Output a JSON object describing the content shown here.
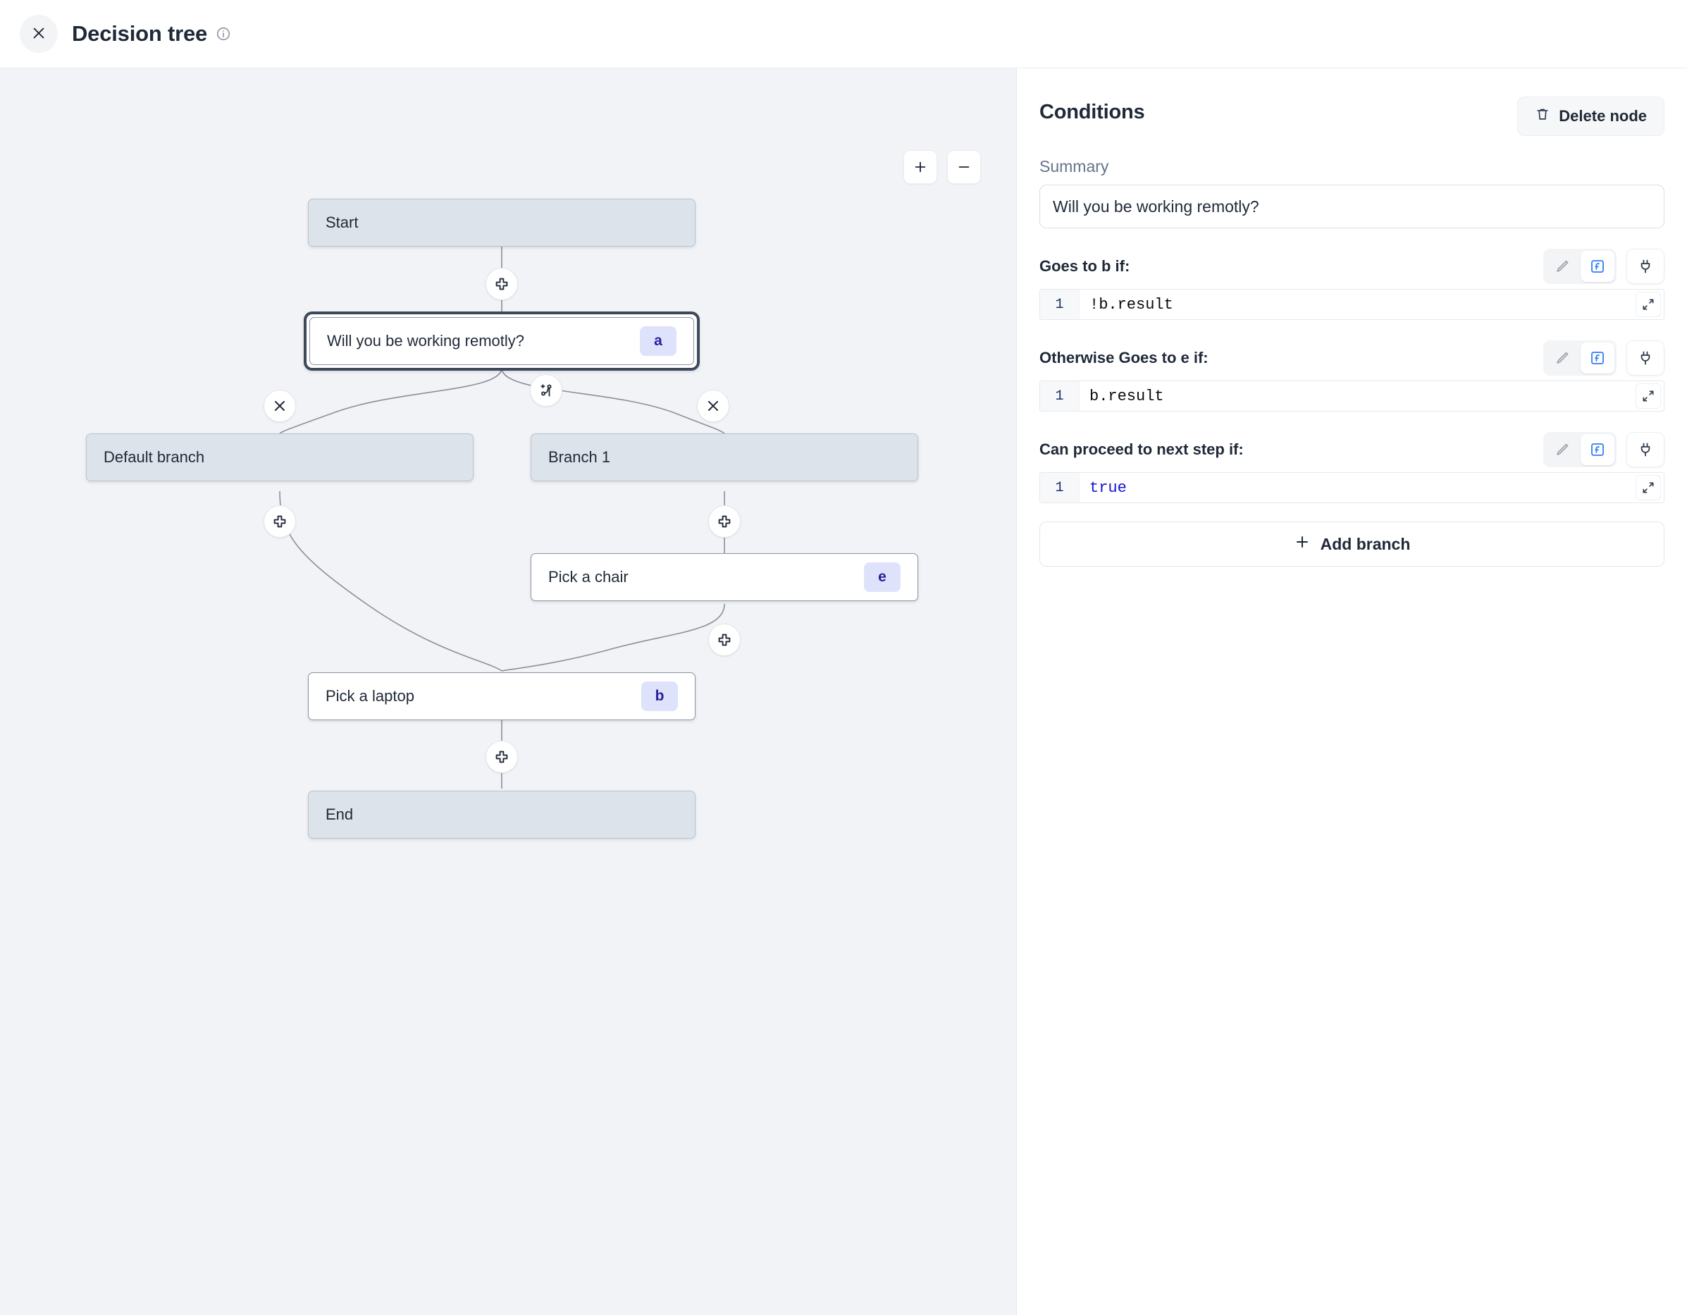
{
  "header": {
    "title": "Decision tree",
    "close_icon": "close-icon",
    "info_icon": "info-icon"
  },
  "canvas": {
    "zoom_in_label": "+",
    "zoom_out_label": "−",
    "nodes": [
      {
        "id": "start",
        "label": "Start",
        "badge": "",
        "style": "fill"
      },
      {
        "id": "a",
        "label": "Will you be working remotly?",
        "badge": "a",
        "style": "white",
        "selected": true
      },
      {
        "id": "default",
        "label": "Default branch",
        "badge": "",
        "style": "fill"
      },
      {
        "id": "branch1",
        "label": "Branch 1",
        "badge": "",
        "style": "fill"
      },
      {
        "id": "e",
        "label": "Pick a chair",
        "badge": "e",
        "style": "white"
      },
      {
        "id": "b",
        "label": "Pick a laptop",
        "badge": "b",
        "style": "white"
      },
      {
        "id": "end",
        "label": "End",
        "badge": "",
        "style": "fill"
      }
    ],
    "handles": [
      {
        "type": "plus-icon",
        "title": "Insert step"
      },
      {
        "type": "close-icon",
        "title": "Delete branch"
      },
      {
        "type": "branch-plus-icon",
        "title": "Add branch"
      }
    ]
  },
  "panel": {
    "title": "Conditions",
    "delete_node_label": "Delete node",
    "delete_icon": "trash-icon",
    "summary_label": "Summary",
    "summary_value": "Will you be working remotly?",
    "add_branch_label": "Add branch",
    "add_branch_icon": "plus-icon",
    "tool_icons": {
      "edit": "pencil-icon",
      "fx": "function-icon",
      "plug": "plug-icon",
      "expand": "expand-icon"
    },
    "conditions": [
      {
        "label": "Goes to b if:",
        "line": "1",
        "code": "!b.result",
        "keyword": false,
        "active_tool": "fx"
      },
      {
        "label": "Otherwise Goes to e if:",
        "line": "1",
        "code": "b.result",
        "keyword": false,
        "active_tool": "fx"
      },
      {
        "label": "Can proceed to next step if:",
        "line": "1",
        "code": "true",
        "keyword": true,
        "active_tool": "fx"
      }
    ]
  },
  "colors": {
    "canvas_bg": "#f1f3f6",
    "node_fill": "#dde3ea",
    "badge_bg": "#dfe2fb",
    "badge_text": "#2a219c",
    "accent_blue": "#2f7df6",
    "selected_border": "#3d4859"
  }
}
